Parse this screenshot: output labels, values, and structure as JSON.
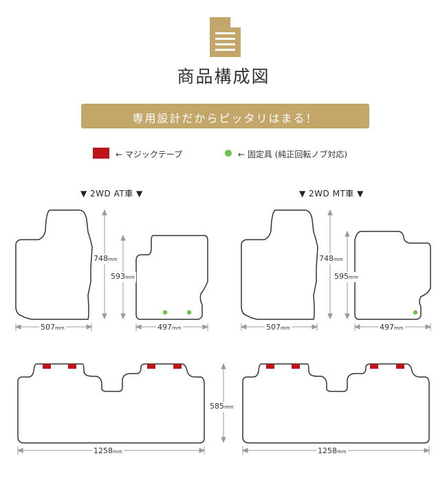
{
  "header": {
    "title": "商品構成図",
    "banner_text": "専用設計だからピッタリはまる！"
  },
  "legend": {
    "tape_label": "← マジックテープ",
    "clip_label": "← 固定具 (純正回転ノブ対応)"
  },
  "colors": {
    "gold": "#c2a66a",
    "tape": "#c0141b",
    "clip": "#6cc24a",
    "mat_outline": "#333333",
    "dim_line": "#9a9a9a"
  },
  "sections": [
    {
      "label": "▼ 2WD AT車 ▼",
      "driver_height": "748",
      "passenger_height": "593",
      "driver_width": "507",
      "passenger_width": "497",
      "rear_height": "585",
      "rear_width": "1258",
      "passenger_clips": 2
    },
    {
      "label": "▼ 2WD MT車 ▼",
      "driver_height": "748",
      "passenger_height": "595",
      "driver_width": "507",
      "passenger_width": "497",
      "rear_height": "",
      "rear_width": "1258",
      "passenger_clips": 1
    }
  ],
  "unit": "mm"
}
